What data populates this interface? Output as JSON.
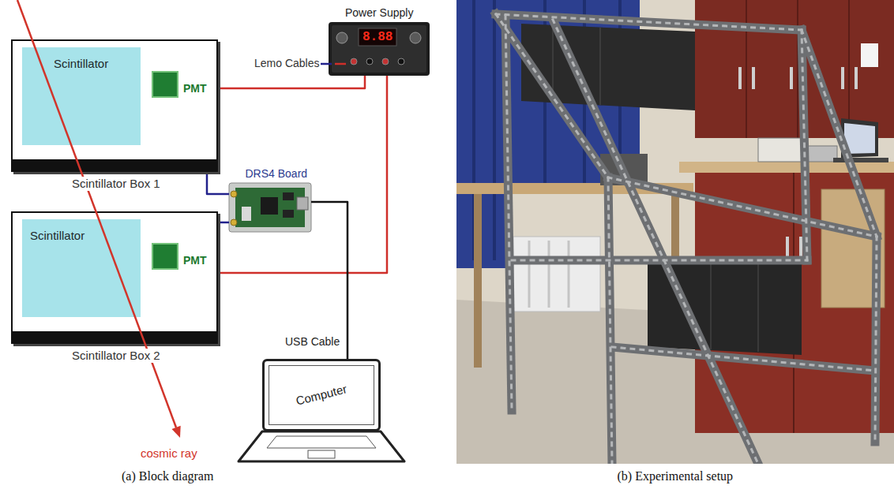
{
  "diagram": {
    "nodes": [
      {
        "text": [
          "Scintillator Box 1"
        ]
      },
      {
        "text": [
          "Scintillator"
        ],
        "in": 0
      },
      {
        "text": [
          "PMT"
        ],
        "in": 0
      },
      {
        "text": [
          "Scintillator Box 2"
        ]
      },
      {
        "text": [
          "Scintillator"
        ],
        "in": 3
      },
      {
        "text": [
          "PMT"
        ],
        "in": 3
      },
      {
        "text": [
          "Power Supply",
          "8.88"
        ]
      },
      {
        "text": [
          "DRS4 Board"
        ]
      },
      {
        "text": [
          "Computer"
        ]
      }
    ],
    "edges": [
      {
        "from": 0,
        "to": 6,
        "arrow": "none"
      },
      {
        "from": 6,
        "to": 3,
        "arrow": "none"
      },
      {
        "from": 0,
        "to": 7,
        "arrow": "none"
      },
      {
        "from": 3,
        "to": 7,
        "arrow": "none"
      },
      {
        "from": 7,
        "to": 8,
        "label": "USB Cable",
        "arrow": "none"
      }
    ],
    "labels": [
      "Lemo Cables",
      "cosmic ray",
      "(a) Block diagram",
      "(b) Experimental setup"
    ]
  }
}
